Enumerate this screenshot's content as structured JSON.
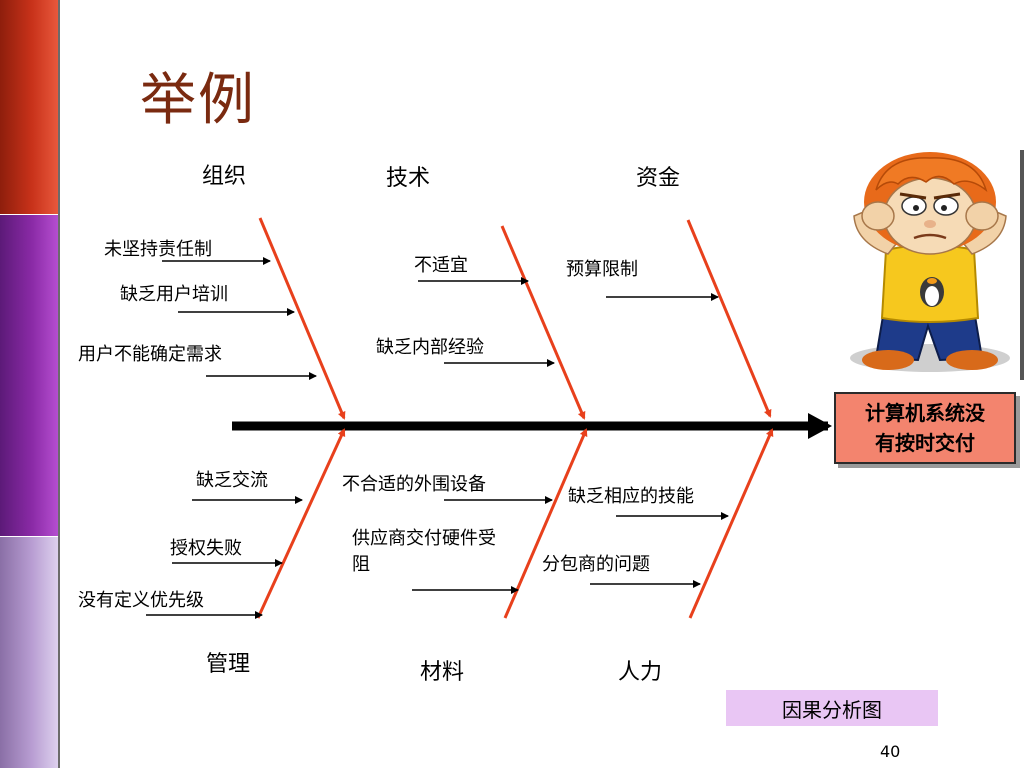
{
  "slide": {
    "title": "举例",
    "page_number": "40",
    "caption": "因果分析图"
  },
  "effect": {
    "line1": "计算机系统没",
    "line2": "有按时交付"
  },
  "categories": {
    "organization": "组织",
    "technology": "技术",
    "funding": "资金",
    "management": "管理",
    "materials": "材料",
    "manpower": "人力"
  },
  "causes": {
    "organization": [
      "未坚持责任制",
      "缺乏用户培训",
      "用户不能确定需求"
    ],
    "technology": [
      "不适宜",
      "缺乏内部经验"
    ],
    "funding": [
      "预算限制"
    ],
    "management": [
      "缺乏交流",
      "授权失败",
      "没有定义优先级"
    ],
    "materials": [
      "不合适的外围设备",
      "供应商交付硬件受阻"
    ],
    "manpower": [
      "缺乏相应的技能",
      "分包商的问题"
    ]
  },
  "colors": {
    "spine": "#000000",
    "bones": "#e8401c",
    "effect_fill": "#f3846e",
    "caption_fill": "#e9c6f4",
    "title": "#7a2a10"
  },
  "icons": {
    "mascot": "cartoon-boy-covering-ears"
  }
}
